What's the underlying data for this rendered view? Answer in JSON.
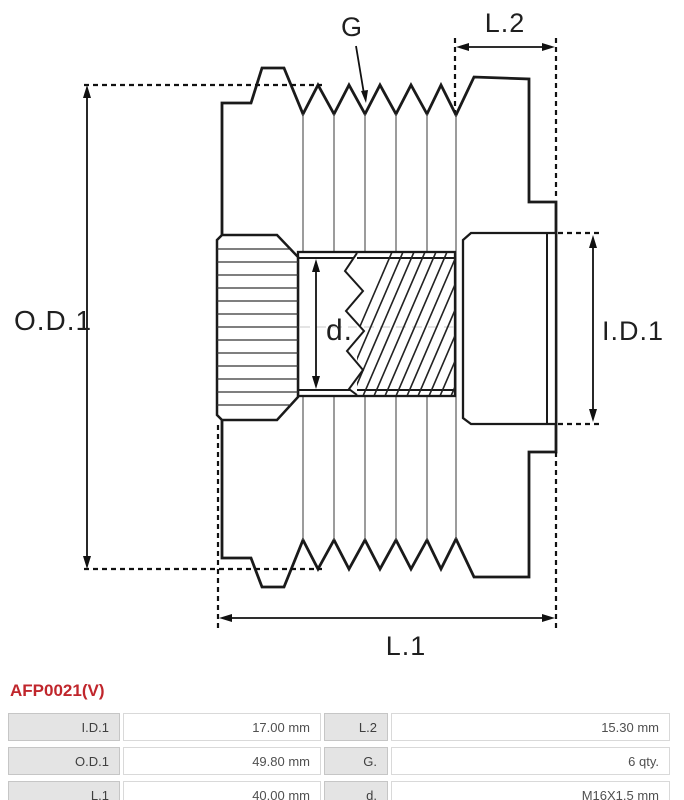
{
  "part_number": "AFP0021(V)",
  "part_number_color": "#c0262c",
  "drawing": {
    "labels": {
      "od1": "O.D.1",
      "id1": "I.D.1",
      "l1": "L.1",
      "l2": "L.2",
      "g": "G",
      "d": "d."
    }
  },
  "spec_table": {
    "rows": [
      {
        "label_left": "I.D.1",
        "value_left": "17.00 mm",
        "label_right": "L.2",
        "value_right": "15.30 mm"
      },
      {
        "label_left": "O.D.1",
        "value_left": "49.80 mm",
        "label_right": "G.",
        "value_right": "6 qty."
      },
      {
        "label_left": "L.1",
        "value_left": "40.00 mm",
        "label_right": "d.",
        "value_right": "M16X1.5 mm"
      }
    ]
  }
}
